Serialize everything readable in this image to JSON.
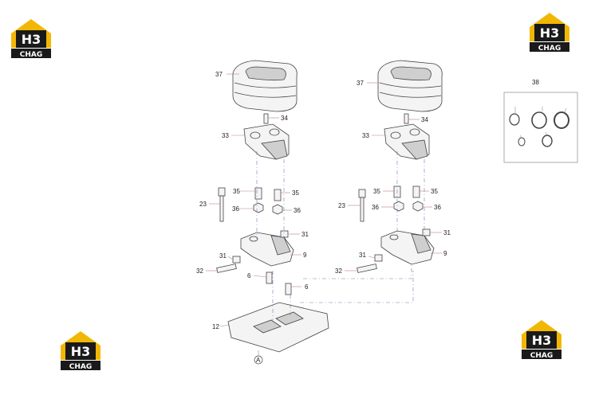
{
  "logos": [
    {
      "id": "top-left",
      "text": "CHAG"
    },
    {
      "id": "top-right",
      "text": "CHAG"
    },
    {
      "id": "bottom-left",
      "text": "CHAG"
    },
    {
      "id": "bottom-right",
      "text": "CHAG"
    }
  ],
  "logo_mark": "H3",
  "colors": {
    "logo_yellow": "#f2b705",
    "logo_dark": "#1a1a1a",
    "leader": "#c08080",
    "guide": "#7a7ab0"
  },
  "callouts": {
    "left": {
      "c37": "37",
      "c34": "34",
      "c33": "33",
      "c23": "23",
      "c35a": "35",
      "c35b": "35",
      "c36a": "36",
      "c36b": "36",
      "c31a": "31",
      "c9": "9",
      "c31b": "31",
      "c32": "32",
      "c6a": "6",
      "c6b": "6",
      "c12": "12",
      "cA": "A"
    },
    "right": {
      "c37": "37",
      "c34": "34",
      "c33": "33",
      "c23": "23",
      "c35a": "35",
      "c35b": "35",
      "c36a": "36",
      "c36b": "36",
      "c31a": "31",
      "c9": "9",
      "c31b": "31",
      "c32": "32"
    },
    "kit": {
      "c38": "38"
    }
  }
}
